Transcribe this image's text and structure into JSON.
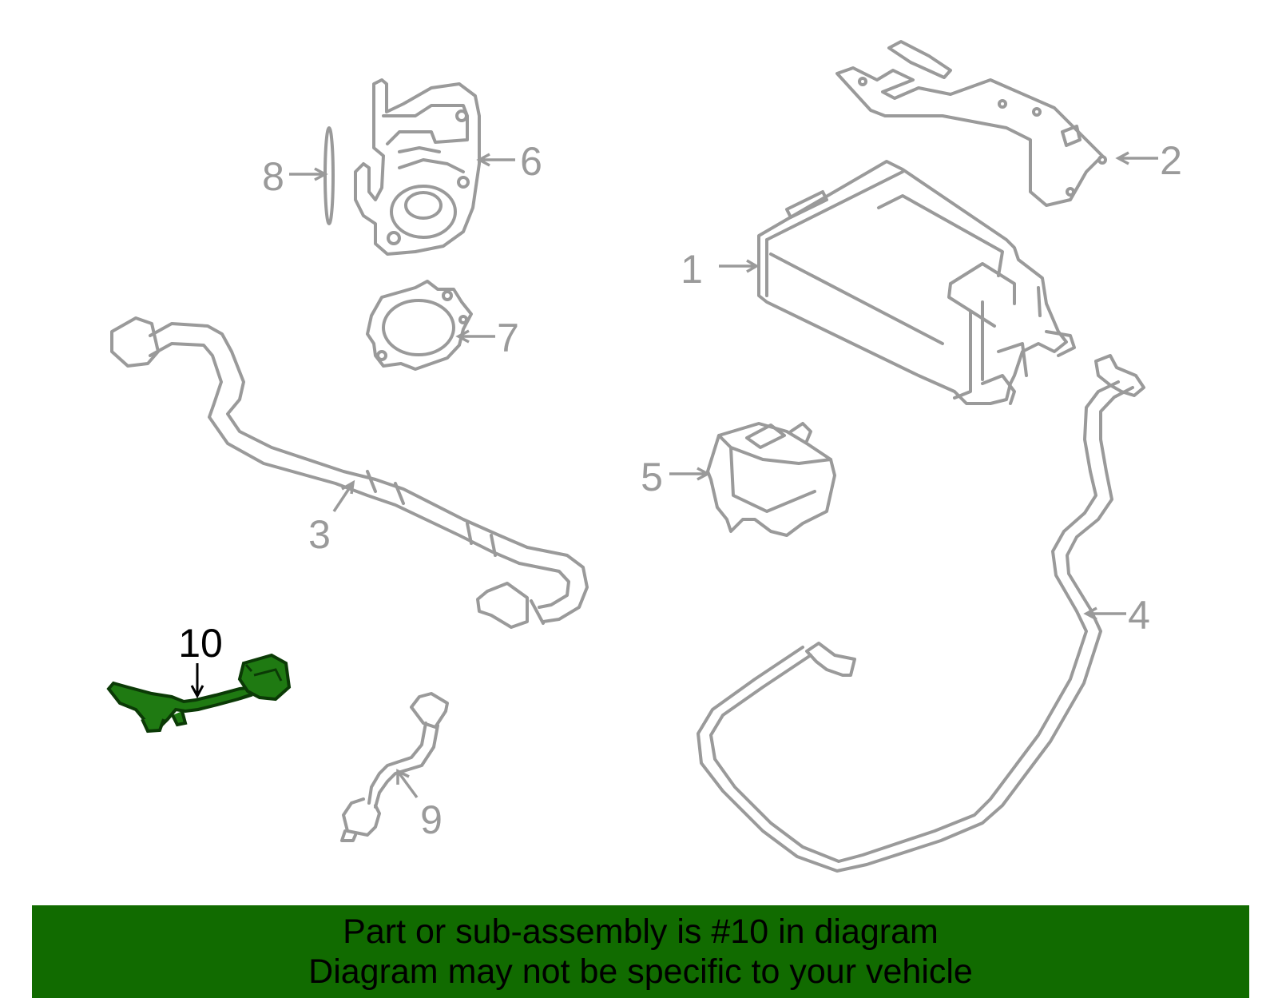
{
  "colors": {
    "line": "#9a9a9a",
    "highlight_fill": "#1f7a12",
    "highlight_stroke": "#0b3a06",
    "banner_bg": "#116b00",
    "text_normal": "#9a9a9a",
    "text_highlight": "#000000"
  },
  "callouts": [
    {
      "id": "1",
      "label": "1"
    },
    {
      "id": "2",
      "label": "2"
    },
    {
      "id": "3",
      "label": "3"
    },
    {
      "id": "4",
      "label": "4"
    },
    {
      "id": "5",
      "label": "5"
    },
    {
      "id": "6",
      "label": "6"
    },
    {
      "id": "7",
      "label": "7"
    },
    {
      "id": "8",
      "label": "8"
    },
    {
      "id": "9",
      "label": "9"
    },
    {
      "id": "10",
      "label": "10",
      "highlighted": true
    }
  ],
  "banner": {
    "line1": "Part or sub-assembly is #10 in diagram",
    "line2": "Diagram may not be specific to your vehicle"
  }
}
